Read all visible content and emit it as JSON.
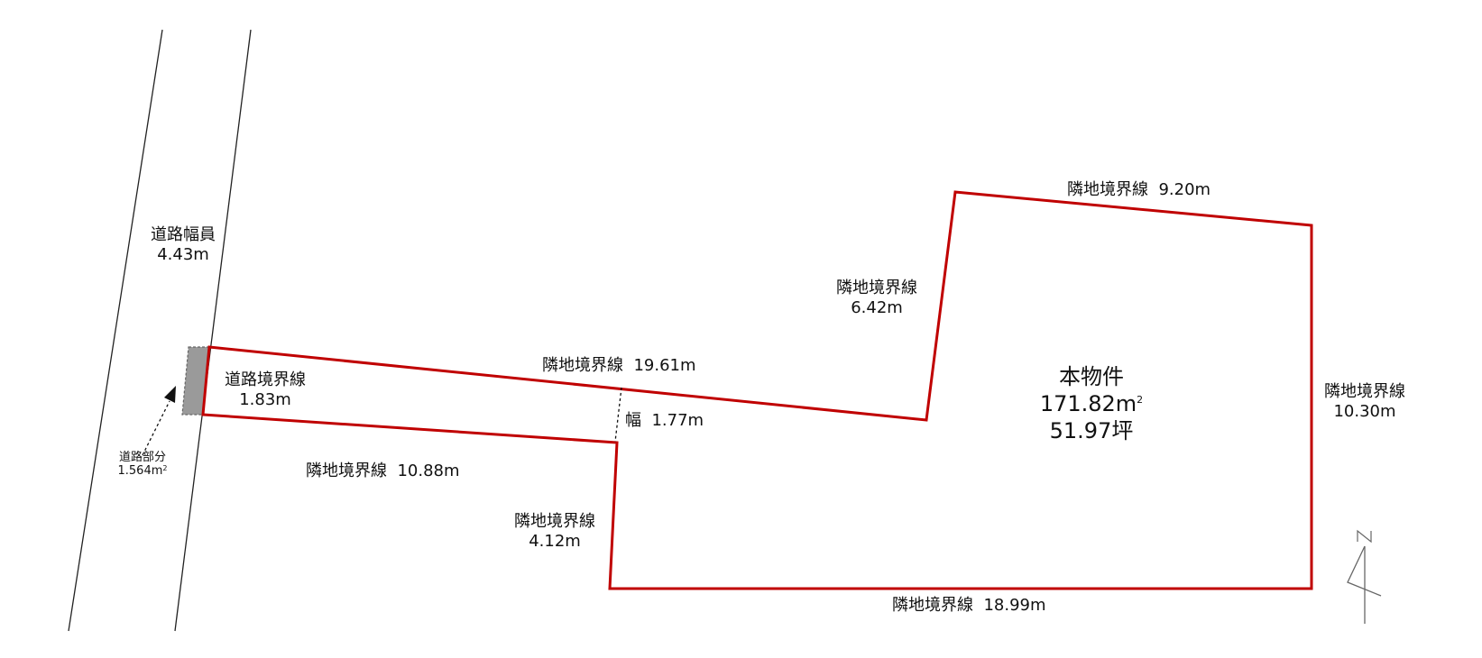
{
  "road": {
    "width_label": "道路幅員",
    "width_value": "4.43m",
    "boundary_label": "道路境界線",
    "boundary_value": "1.83m",
    "portion_label": "道路部分",
    "portion_value": "1.564m",
    "portion_unit_sup": "2"
  },
  "property": {
    "title": "本物件",
    "area_sqm": "171.82m",
    "area_sqm_sup": "2",
    "area_tsubo": "51.97坪",
    "border_color": "#c00000"
  },
  "boundaries": [
    {
      "id": "top-narrow",
      "label": "隣地境界線",
      "value": "19.61m"
    },
    {
      "id": "bottom-narrow",
      "label": "隣地境界線",
      "value": "10.88m"
    },
    {
      "id": "left-inner",
      "label": "隣地境界線",
      "value": "4.12m"
    },
    {
      "id": "left-upper",
      "label": "隣地境界線",
      "value": "6.42m"
    },
    {
      "id": "top",
      "label": "隣地境界線",
      "value": "9.20m"
    },
    {
      "id": "right",
      "label": "隣地境界線",
      "value": "10.30m"
    },
    {
      "id": "bottom",
      "label": "隣地境界線",
      "value": "18.99m"
    }
  ],
  "passage": {
    "label": "幅",
    "value": "1.77m"
  },
  "compass": {
    "label": "N"
  }
}
